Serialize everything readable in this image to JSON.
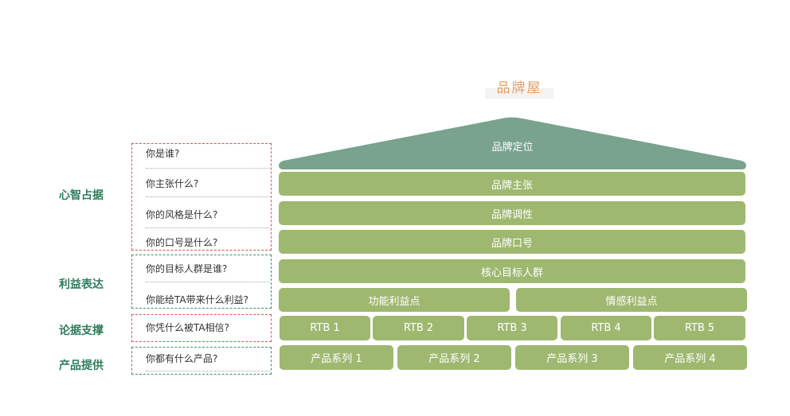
{
  "title": "品牌屋",
  "roof": "品牌定位",
  "rows": [
    "品牌主张",
    "品牌调性",
    "品牌口号",
    "核心目标人群"
  ],
  "benefits": [
    "功能利益点",
    "情感利益点"
  ],
  "rtb": [
    "RTB 1",
    "RTB 2",
    "RTB 3",
    "RTB 4",
    "RTB 5"
  ],
  "products": [
    "产品系列 1",
    "产品系列 2",
    "产品系列 3",
    "产品系列 4"
  ],
  "categories": [
    "心智占据",
    "利益表达",
    "论据支撑",
    "产品提供"
  ],
  "questions": [
    "你是谁?",
    "你主张什么?",
    "你的风格是什么?",
    "你的口号是什么?",
    "你的目标人群是谁?",
    "你能给TA带来什么利益?",
    "你凭什么被TA相信?",
    "你都有什么产品?"
  ],
  "colors": {
    "roof": "#79a28f",
    "bar": "#9eb870",
    "title": "#e3a06a",
    "category": "#2e7d5b"
  }
}
